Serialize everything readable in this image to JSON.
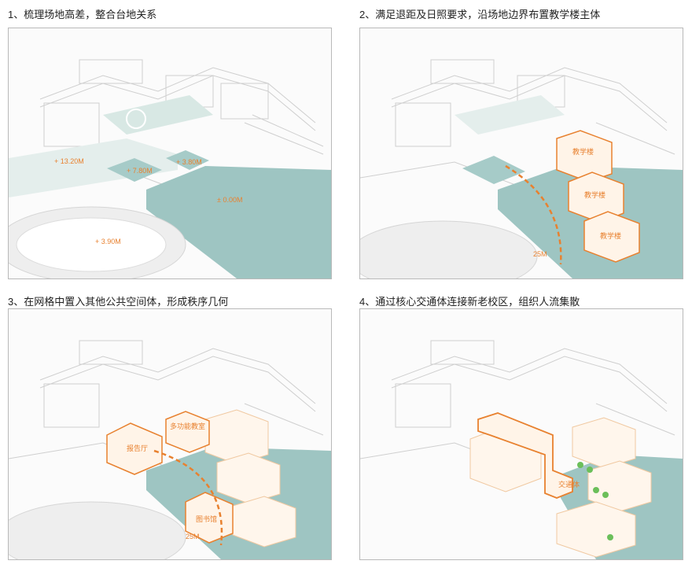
{
  "steps": [
    {
      "caption": "1、梳理场地高差，整合台地关系",
      "elevations": [
        "+ 13.20M",
        "+ 7.80M",
        "+ 3.80M",
        "± 0.00M",
        "+ 3.90M"
      ]
    },
    {
      "caption": "2、满足退距及日照要求，沿场地边界布置教学楼主体",
      "buildings": [
        "教学楼",
        "教学楼",
        "教学楼"
      ],
      "distance": "25M"
    },
    {
      "caption": "3、在网格中置入其他公共空间体，形成秩序几何",
      "buildings": [
        "报告厅",
        "多功能教室",
        "图书馆"
      ],
      "distance": "25M"
    },
    {
      "caption": "4、通过核心交通体连接新老校区，组织人流集散",
      "buildings": [
        "交通体"
      ]
    }
  ],
  "colors": {
    "accent": "#e8812f",
    "terrace": "#cfe3df",
    "water": "#9ec5c2",
    "line": "#c8c8c8",
    "tree": "#6bbf5a"
  }
}
